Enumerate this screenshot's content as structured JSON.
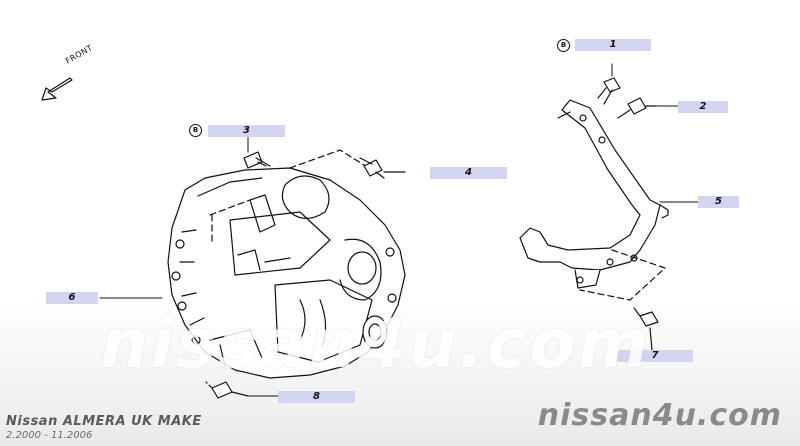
{
  "direction_label": "FRONT",
  "callouts": [
    {
      "number": "1",
      "ref": "B"
    },
    {
      "number": "2"
    },
    {
      "number": "3",
      "ref": "B"
    },
    {
      "number": "4"
    },
    {
      "number": "5"
    },
    {
      "number": "6"
    },
    {
      "number": "7"
    },
    {
      "number": "8"
    }
  ],
  "caption": {
    "model": "Nissan ALMERA UK MAKE",
    "production_range": "2.2000 - 11.2006"
  },
  "watermark": {
    "center_text": "nissan4u.com",
    "corner_text": "nissan4u.com"
  }
}
